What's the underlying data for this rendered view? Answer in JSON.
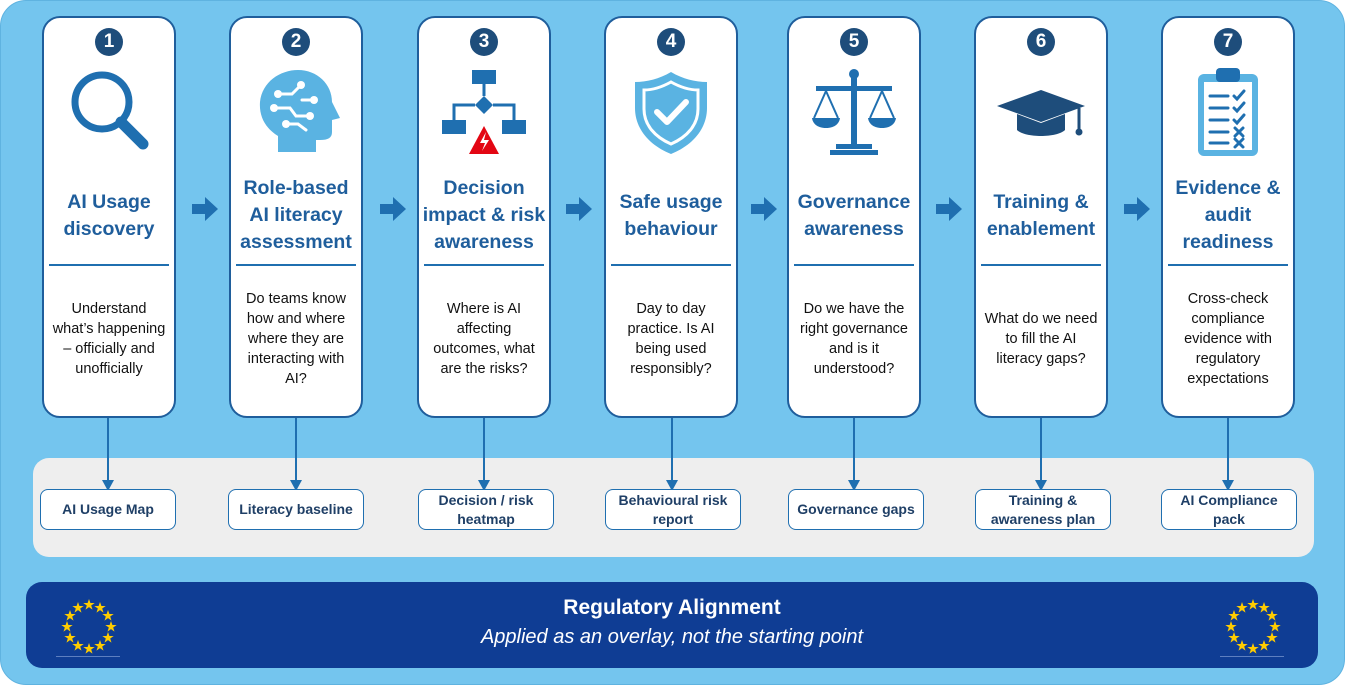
{
  "steps": [
    {
      "number": "1",
      "icon": "magnifier-icon",
      "title": "AI Usage discovery",
      "description": "Understand what’s happening – officially and unofficially",
      "output": "AI Usage Map"
    },
    {
      "number": "2",
      "icon": "ai-head-icon",
      "title": "Role-based AI literacy assessment",
      "description": "Do teams know how and where where they are interacting with AI?",
      "output": "Literacy baseline"
    },
    {
      "number": "3",
      "icon": "decision-flowchart-warning-icon",
      "title": "Decision impact & risk awareness",
      "description": "Where is AI affecting outcomes, what are the risks?",
      "output": "Decision / risk heatmap"
    },
    {
      "number": "4",
      "icon": "shield-check-icon",
      "title": "Safe usage behaviour",
      "description": "Day to day practice. Is AI being used responsibly?",
      "output": "Behavioural risk report"
    },
    {
      "number": "5",
      "icon": "balance-scale-icon",
      "title": "Governance awareness",
      "description": "Do we have the right governance and is it understood?",
      "output": "Governance gaps"
    },
    {
      "number": "6",
      "icon": "graduation-cap-icon",
      "title": "Training & enablement",
      "description": "What do we need to fill the AI literacy gaps?",
      "output": "Training & awareness plan"
    },
    {
      "number": "7",
      "icon": "clipboard-checklist-icon",
      "title": "Evidence & audit readiness",
      "description": "Cross-check compliance evidence with regulatory expectations",
      "output": "AI Compliance pack"
    }
  ],
  "banner": {
    "title": "Regulatory Alignment",
    "subtitle": "Applied as an overlay, not the starting point",
    "flag_icon": "eu-flag-icon"
  },
  "colors": {
    "background": "#74c5ee",
    "card_border": "#1f5e9c",
    "accent": "#1f6fb0",
    "banner": "#0f3d94",
    "tray": "#eeeeee",
    "stars": "#ffcc00",
    "warning": "#e30613"
  }
}
